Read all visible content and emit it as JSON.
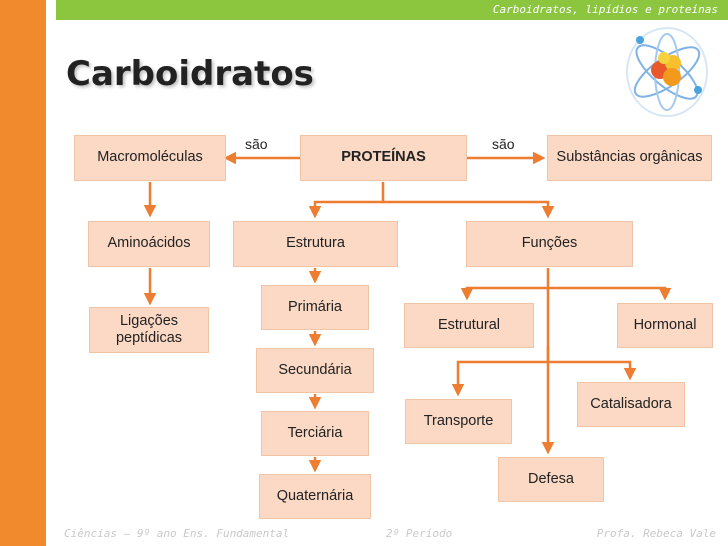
{
  "header": {
    "text": "Carboidratos, lipídios e proteínas"
  },
  "title": "Carboidratos",
  "links": {
    "left": "são",
    "right": "são"
  },
  "nodes": {
    "macro": "Macromoléculas",
    "proteinas": "PROTEÍNAS",
    "substancias": "Substâncias orgânicas",
    "aminoacidos": "Aminoácidos",
    "estrutura": "Estrutura",
    "funcoes": "Funções",
    "ligacoes": "Ligações peptídicas",
    "primaria": "Primária",
    "secundaria": "Secundária",
    "terciaria": "Terciária",
    "quaternaria": "Quaternária",
    "estrutural": "Estrutural",
    "hormonal": "Hormonal",
    "catalisadora": "Catalisadora",
    "transporte": "Transporte",
    "defesa": "Defesa"
  },
  "footer": {
    "left": "Ciências – 9º ano Ens. Fundamental",
    "center": "2º Período",
    "right": "Profa. Rebeca Vale"
  },
  "colors": {
    "accent": "#f08a2c",
    "band": "#8cc63f",
    "node_fill": "#fbd9c5",
    "connector": "#ed7d31"
  }
}
